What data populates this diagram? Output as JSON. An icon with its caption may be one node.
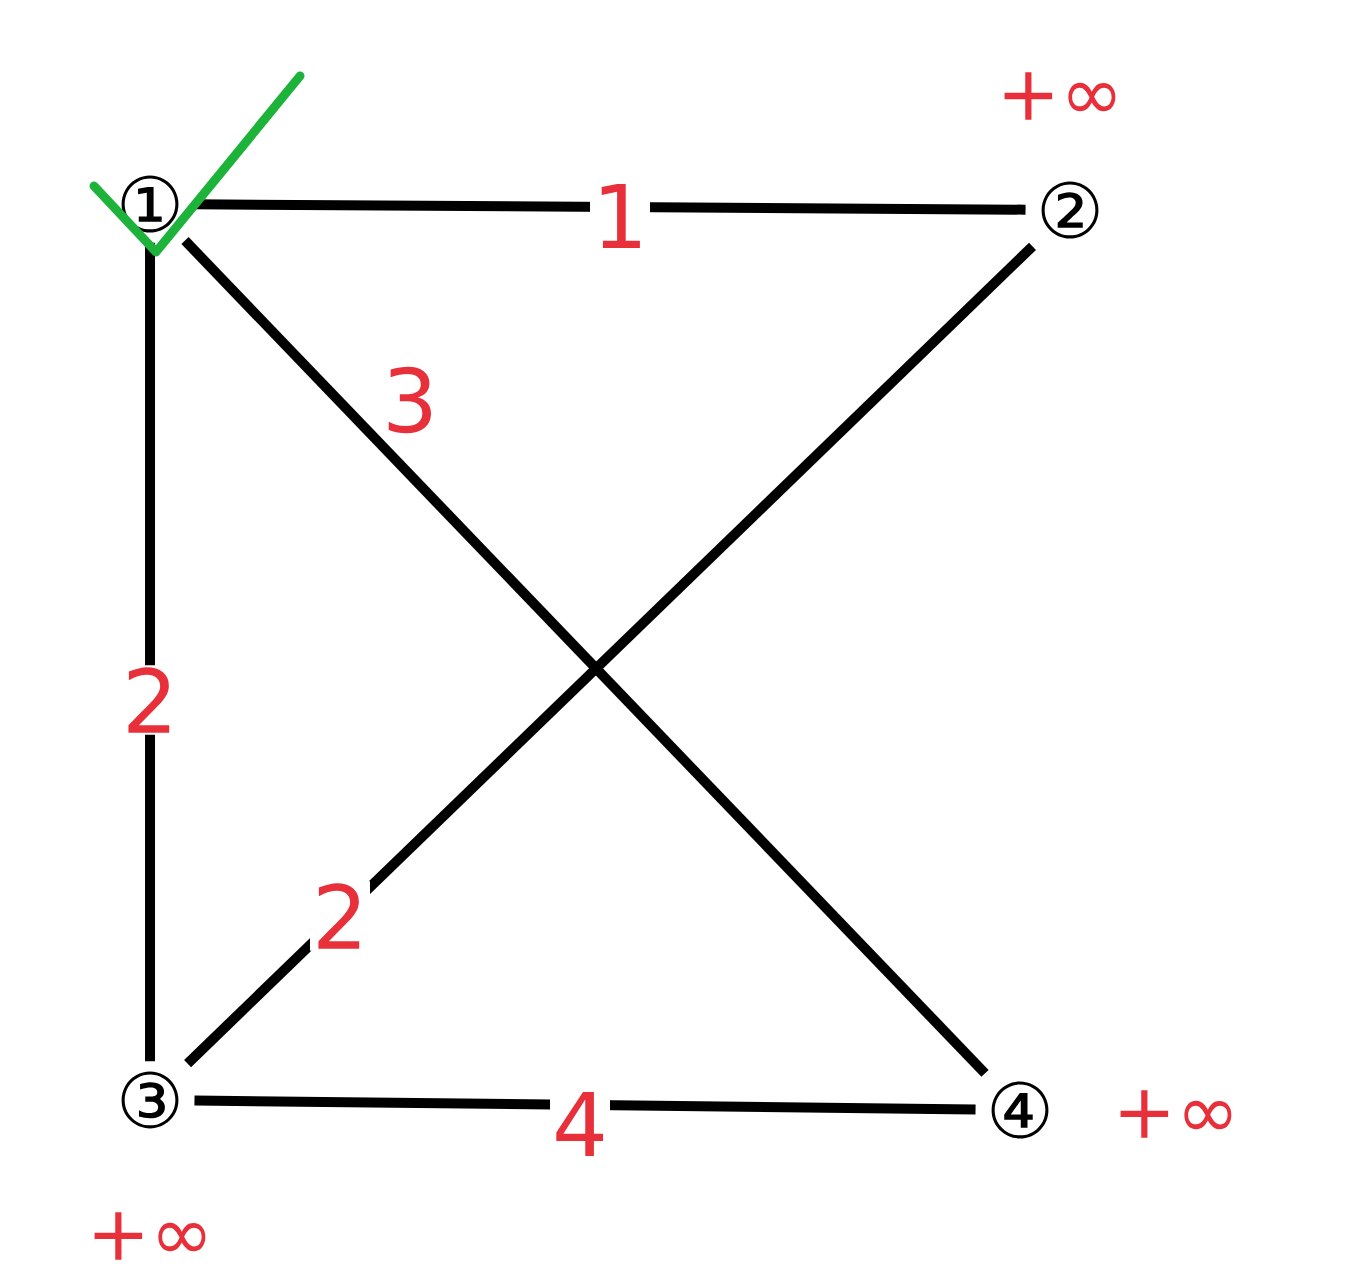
{
  "diagram": {
    "nodes": [
      {
        "text": [
          "①"
        ]
      },
      {
        "text": [
          "②"
        ],
        "beside": [
          "+∞"
        ]
      },
      {
        "text": [
          "③"
        ],
        "beside": [
          "+∞"
        ]
      },
      {
        "text": [
          "④"
        ],
        "beside": [
          "+∞"
        ]
      }
    ],
    "edges": [
      {
        "from": 0,
        "to": 1,
        "arrow": "none",
        "label": "1"
      },
      {
        "from": 0,
        "to": 3,
        "arrow": "none",
        "label": "3"
      },
      {
        "from": 0,
        "to": 2,
        "arrow": "none",
        "label": "2"
      },
      {
        "from": 1,
        "to": 2,
        "arrow": "none",
        "label": "2"
      },
      {
        "from": 2,
        "to": 3,
        "arrow": "none",
        "label": "4"
      }
    ]
  }
}
